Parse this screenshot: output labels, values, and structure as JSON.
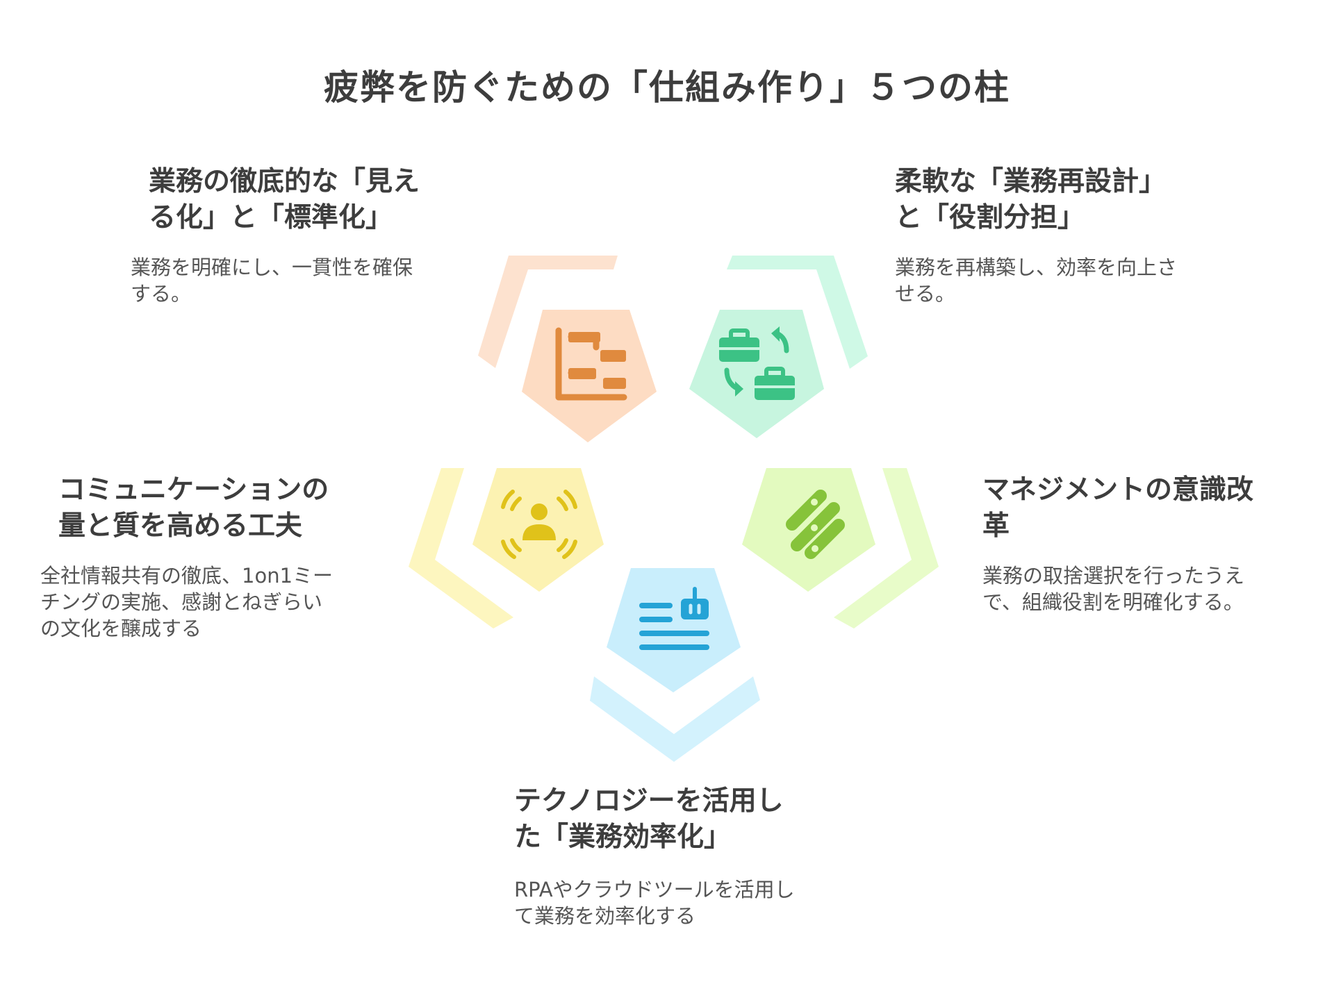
{
  "title": "疲弊を防ぐための「仕組み作り」５つの柱",
  "pillars": [
    {
      "heading": "業務の徹底的な「見え\nる化」と「標準化」",
      "description": "業務を明確にし、一貫性を確保\nする。",
      "icon": "flowchart-icon",
      "outer_color": "#fde2cf",
      "inner_color": "#fddcc3",
      "icon_color": "#e08a3e"
    },
    {
      "heading": "柔軟な「業務再設計」\nと「役割分担」",
      "description": "業務を再構築し、効率を向上さ\nせる。",
      "icon": "briefcase-swap-icon",
      "outer_color": "#cff9e6",
      "inner_color": "#c7f5df",
      "icon_color": "#3cc285"
    },
    {
      "heading": "コミュニケーションの\n量と質を高める工夫",
      "description": "全社情報共有の徹底、1on1ミー\nチングの実施、感謝とねぎらい\nの文化を醸成する",
      "icon": "person-broadcast-icon",
      "outer_color": "#fdf6bf",
      "inner_color": "#fcf2b2",
      "icon_color": "#e0c21a"
    },
    {
      "heading": "マネジメントの意識改\n革",
      "description": "業務の取捨選択を行ったうえ\nで、組織役割を明確化する。",
      "icon": "sliders-icon",
      "outer_color": "#e8fcc9",
      "inner_color": "#e3fabf",
      "icon_color": "#86c33a"
    },
    {
      "heading": "テクノロジーを活用し\nた「業務効率化」",
      "description": "RPAやクラウドツールを活用し\nて業務を効率化する",
      "icon": "robot-document-icon",
      "outer_color": "#d3f2fd",
      "inner_color": "#c9eefc",
      "icon_color": "#24a3d6"
    }
  ]
}
